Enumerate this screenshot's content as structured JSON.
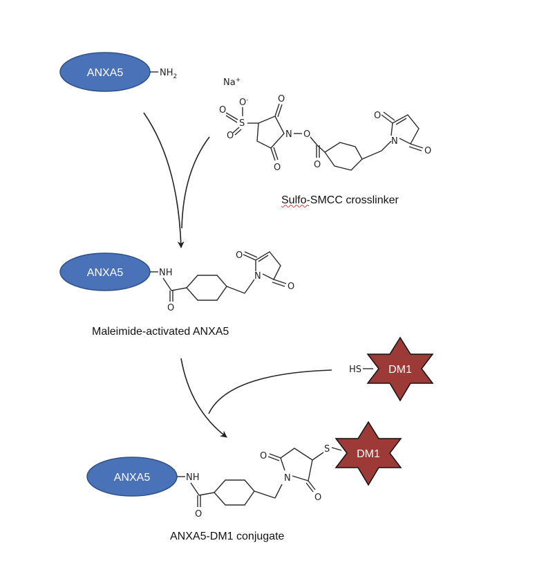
{
  "protein": {
    "name": "ANXA5",
    "color": "#4a72b8"
  },
  "drug": {
    "name": "DM1",
    "color": "#9b3a37"
  },
  "groups": {
    "amine": "NH",
    "amine_sub": "2",
    "amide": "NH",
    "thiol": "HS",
    "thioether": "S",
    "sodium": "Na",
    "sodium_charge": "+",
    "sulfur": "S",
    "oxygen": "O",
    "oxide_charge": "-",
    "nitrogen": "N"
  },
  "labels": {
    "crosslinker": "Sulfo-SMCC crosslinker",
    "intermediate": "Maleimide-activated ANXA5",
    "product": "ANXA5-DM1 conjugate"
  }
}
